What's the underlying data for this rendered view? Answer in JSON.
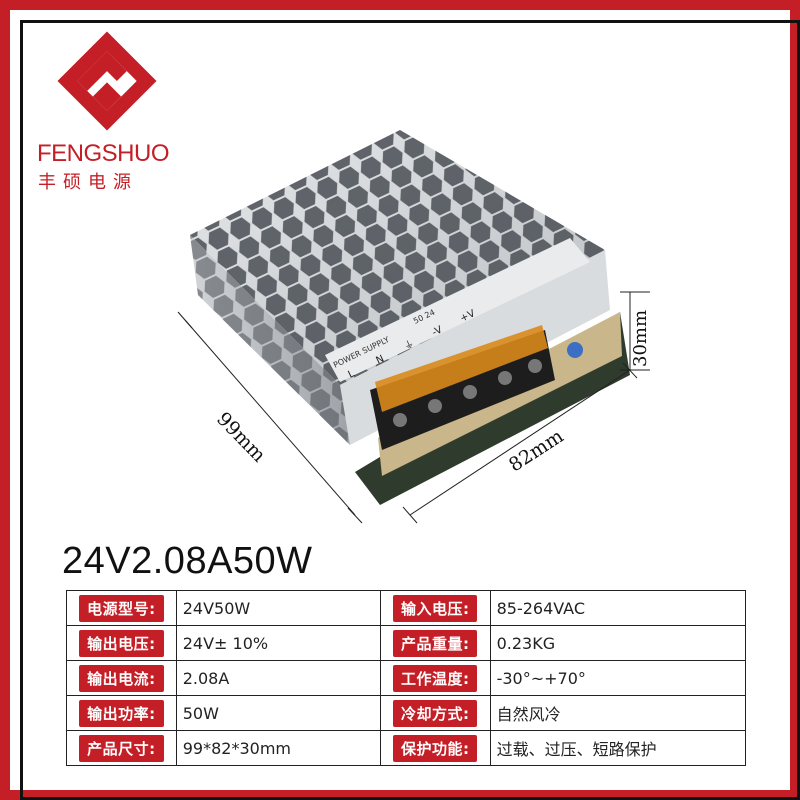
{
  "brand": {
    "name_en": "FENGSHUO",
    "name_cn": "丰硕电源",
    "logo_icon": "fengshuo-logo-icon",
    "accent_color": "#c41e26"
  },
  "product": {
    "image_icon": "power-supply-product-icon",
    "label_power_supply": "POWER SUPPLY",
    "label_model": "50 24",
    "terminal_labels": [
      "L",
      "N",
      "⏚",
      "-V",
      "+V"
    ],
    "dimensions": {
      "length": "99mm",
      "width": "82mm",
      "height": "30mm"
    }
  },
  "model_title": "24V2.08A50W",
  "specs": {
    "rows": [
      {
        "k1": "电源型号:",
        "v1": "24V50W",
        "k2": "输入电压:",
        "v2": "85-264VAC"
      },
      {
        "k1": "输出电压:",
        "v1": "24V± 10%",
        "k2": "产品重量:",
        "v2": "0.23KG"
      },
      {
        "k1": "输出电流:",
        "v1": "2.08A",
        "k2": "工作温度:",
        "v2": "-30°~+70°"
      },
      {
        "k1": "输出功率:",
        "v1": "50W",
        "k2": "冷却方式:",
        "v2": "自然风冷"
      },
      {
        "k1": "产品尺寸:",
        "v1": "99*82*30mm",
        "k2": "保护功能:",
        "v2": "过载、过压、短路保护"
      }
    ]
  }
}
